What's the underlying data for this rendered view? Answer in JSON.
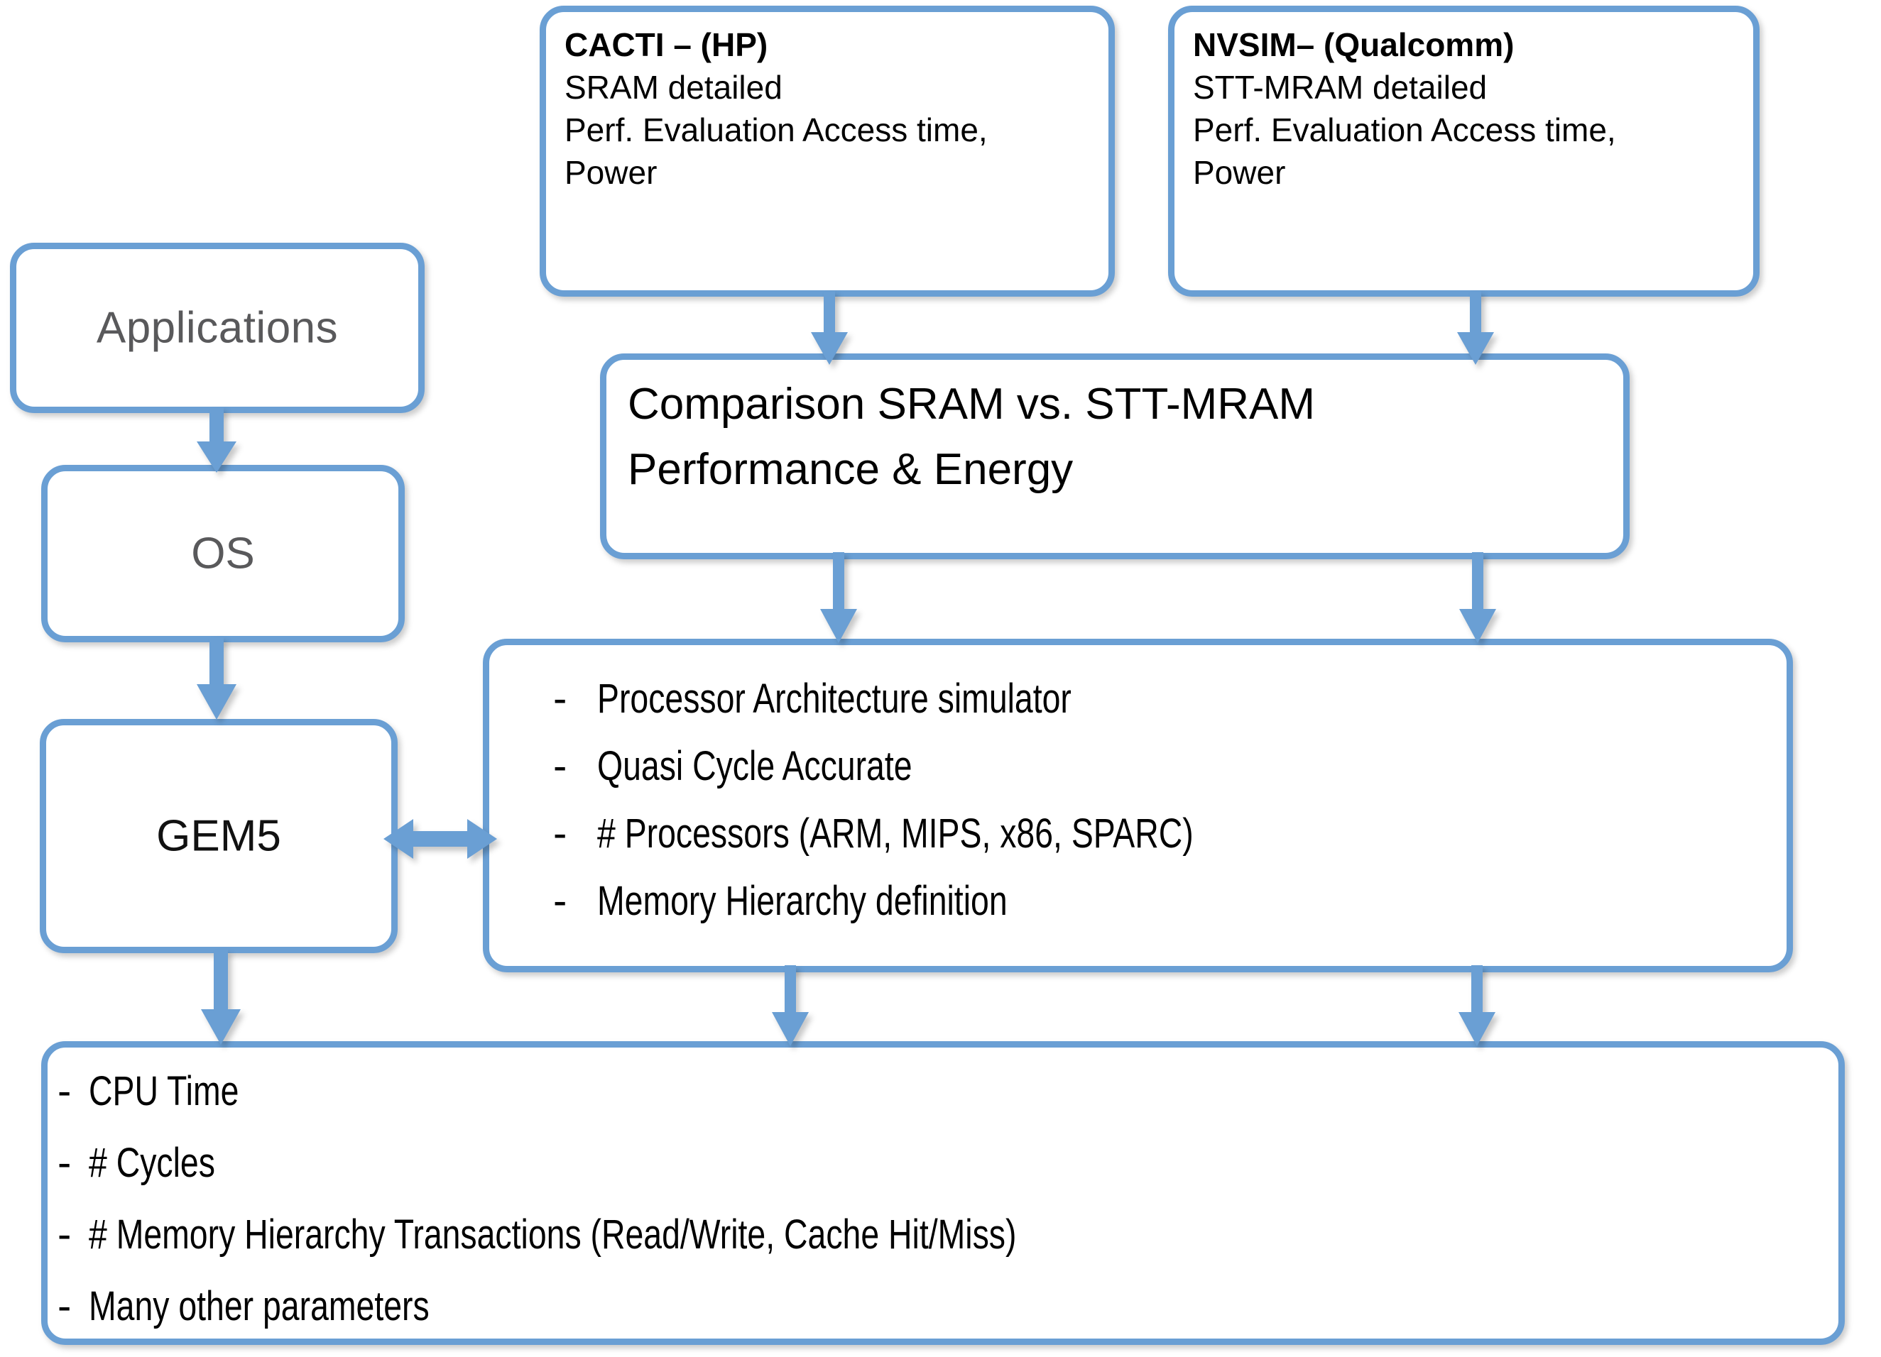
{
  "diagram": {
    "title": "Simulation methodology flow: CACTI / NVSIM feeding GEM5 architecture simulator",
    "accent_color": "#6A9FD4",
    "text_color": "#000000",
    "muted_text_color": "#59595B"
  },
  "cacti_box": {
    "name": "CACTI",
    "heading": "CACTI – (HP)",
    "lines": [
      "SRAM detailed",
      "Perf. Evaluation Access time,",
      "Power"
    ]
  },
  "nvsim_box": {
    "name": "NVSIM",
    "heading": "NVSIM– (Qualcomm)",
    "lines": [
      "STT-MRAM detailed",
      "Perf. Evaluation Access time,",
      "Power"
    ]
  },
  "comparison_box": {
    "lines": [
      "Comparison SRAM vs. STT-MRAM",
      "Performance & Energy"
    ]
  },
  "left_stack": {
    "applications": {
      "label": "Applications",
      "color": "#59595B"
    },
    "os": {
      "label": "OS",
      "color": "#59595B"
    },
    "gem5": {
      "label": "GEM5",
      "color": "#111111"
    }
  },
  "simulator_box": {
    "bullet_mark": "-",
    "bullets": [
      "Processor Architecture simulator",
      "Quasi Cycle Accurate",
      "# Processors (ARM, MIPS, x86, SPARC)",
      "Memory Hierarchy definition"
    ]
  },
  "output_box": {
    "bullet_mark": "-",
    "bullets": [
      "CPU Time",
      "# Cycles",
      "# Memory Hierarchy Transactions (Read/Write, Cache Hit/Miss)",
      "Many other parameters"
    ]
  },
  "arrows": [
    {
      "id": "cacti-to-comparison",
      "direction": "down"
    },
    {
      "id": "nvsim-to-comparison",
      "direction": "down"
    },
    {
      "id": "comparison-to-simulator-left",
      "direction": "down"
    },
    {
      "id": "comparison-to-simulator-right",
      "direction": "down"
    },
    {
      "id": "applications-to-os",
      "direction": "down"
    },
    {
      "id": "os-to-gem5",
      "direction": "down"
    },
    {
      "id": "gem5-to-output",
      "direction": "down"
    },
    {
      "id": "gem5-simulator-link",
      "direction": "both"
    },
    {
      "id": "simulator-to-output-left",
      "direction": "down"
    },
    {
      "id": "simulator-to-output-right",
      "direction": "down"
    }
  ]
}
